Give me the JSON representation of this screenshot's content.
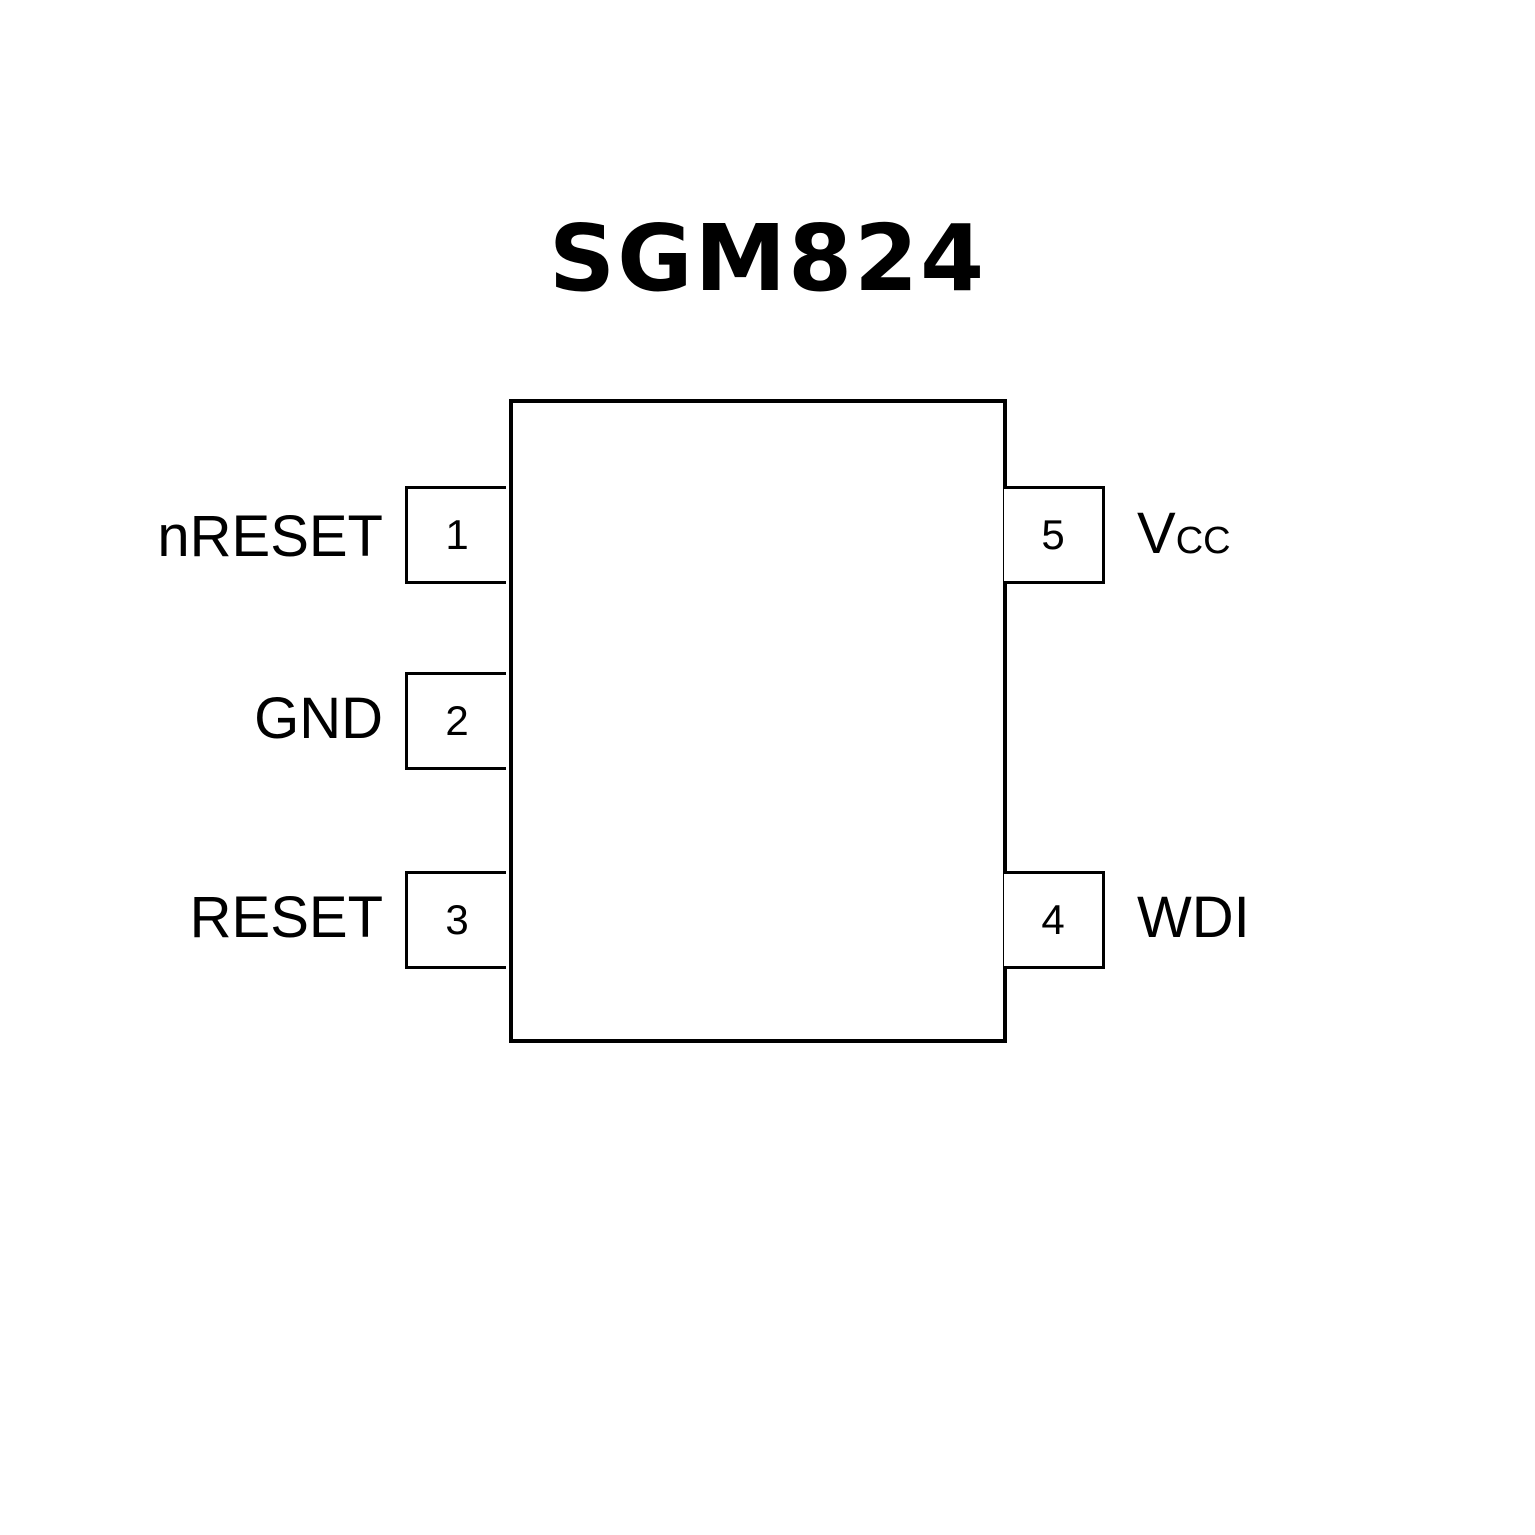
{
  "title": "SGM824",
  "pins": {
    "p1": {
      "number": "1",
      "name": "nRESET"
    },
    "p2": {
      "number": "2",
      "name": "GND"
    },
    "p3": {
      "number": "3",
      "name": "RESET"
    },
    "p4": {
      "number": "4",
      "name": "WDI"
    },
    "p5": {
      "number": "5",
      "name_main": "V",
      "name_sub": "CC"
    }
  }
}
